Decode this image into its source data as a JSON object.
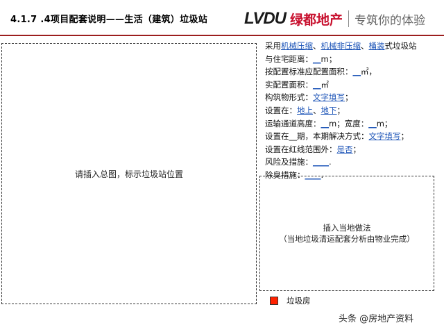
{
  "header": {
    "section_title": "4.1.7 .4项目配套说明——生活（建筑）垃圾站",
    "logo_latin": "LVDU",
    "logo_cn": "绿都地产",
    "slogan": "专筑你的体验",
    "rule_color": "#9c1e1e"
  },
  "left_placeholder": {
    "text": "请插入总图，标示垃圾站位置"
  },
  "info": {
    "r1": {
      "a": "采用",
      "link1": "机械压缩",
      "sep1": "、",
      "link2": "机械非压缩",
      "sep2": "、",
      "link3": "桶装",
      "b": "式垃圾站"
    },
    "r2": {
      "a": "与住宅距离：",
      "blank": "__",
      "b": "m；"
    },
    "r3": {
      "a": "按配置标准应配置面积：",
      "blank": "__",
      "b": "㎡，"
    },
    "r4": {
      "a": "实配置面积：",
      "blank": "__",
      "b": "㎡"
    },
    "r5": {
      "a": "构筑物形式：",
      "link": "文字填写",
      "b": "；"
    },
    "r6": {
      "a": "设置在：",
      "link1": "地上",
      "sep": "、",
      "link2": "地下",
      "b": "；"
    },
    "r7": {
      "a": "运输通道高度：",
      "blank1": "__",
      "b": "m；宽度：",
      "blank2": "__",
      "c": "m；"
    },
    "r8": {
      "a": "设置在__期，本期解决方式：",
      "link": "文字填写",
      "b": "；"
    },
    "r9": {
      "a": "设置在红线范围外：",
      "link": "是否",
      "b": "；"
    },
    "r10": {
      "a": "风险及措施：",
      "blank": "____",
      "b": "."
    },
    "r11": {
      "a": "除臭措施：",
      "blank": "____",
      "b": "."
    },
    "link_color": "#1f56b8"
  },
  "right_placeholder": {
    "line1": "插入当地做法",
    "line2": "（当地垃圾清运配套分析由物业完成）"
  },
  "legend": {
    "label": "垃圾房",
    "color": "#ff2200"
  },
  "watermark": "头条 @房地产资料"
}
